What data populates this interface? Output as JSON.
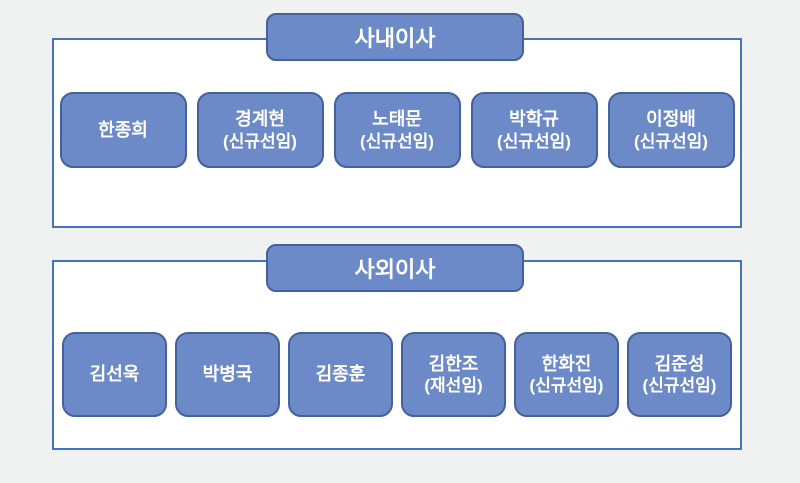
{
  "page": {
    "background_color": "#f0f1f1"
  },
  "colors": {
    "box_fill": "#6b8ac7",
    "box_border": "#44619e",
    "panel_border": "#4673be",
    "panel_fill": "#ffffff",
    "text": "#ffffff"
  },
  "sections": [
    {
      "title": "사내이사",
      "members": [
        {
          "name": "한종희",
          "note": ""
        },
        {
          "name": "경계현",
          "note": "(신규선임)"
        },
        {
          "name": "노태문",
          "note": "(신규선임)"
        },
        {
          "name": "박학규",
          "note": "(신규선임)"
        },
        {
          "name": "이정배",
          "note": "(신규선임)"
        }
      ]
    },
    {
      "title": "사외이사",
      "members": [
        {
          "name": "김선욱",
          "note": ""
        },
        {
          "name": "박병국",
          "note": ""
        },
        {
          "name": "김종훈",
          "note": ""
        },
        {
          "name": "김한조",
          "note": "(재선임)"
        },
        {
          "name": "한화진",
          "note": "(신규선임)"
        },
        {
          "name": "김준성",
          "note": "(신규선임)"
        }
      ]
    }
  ]
}
